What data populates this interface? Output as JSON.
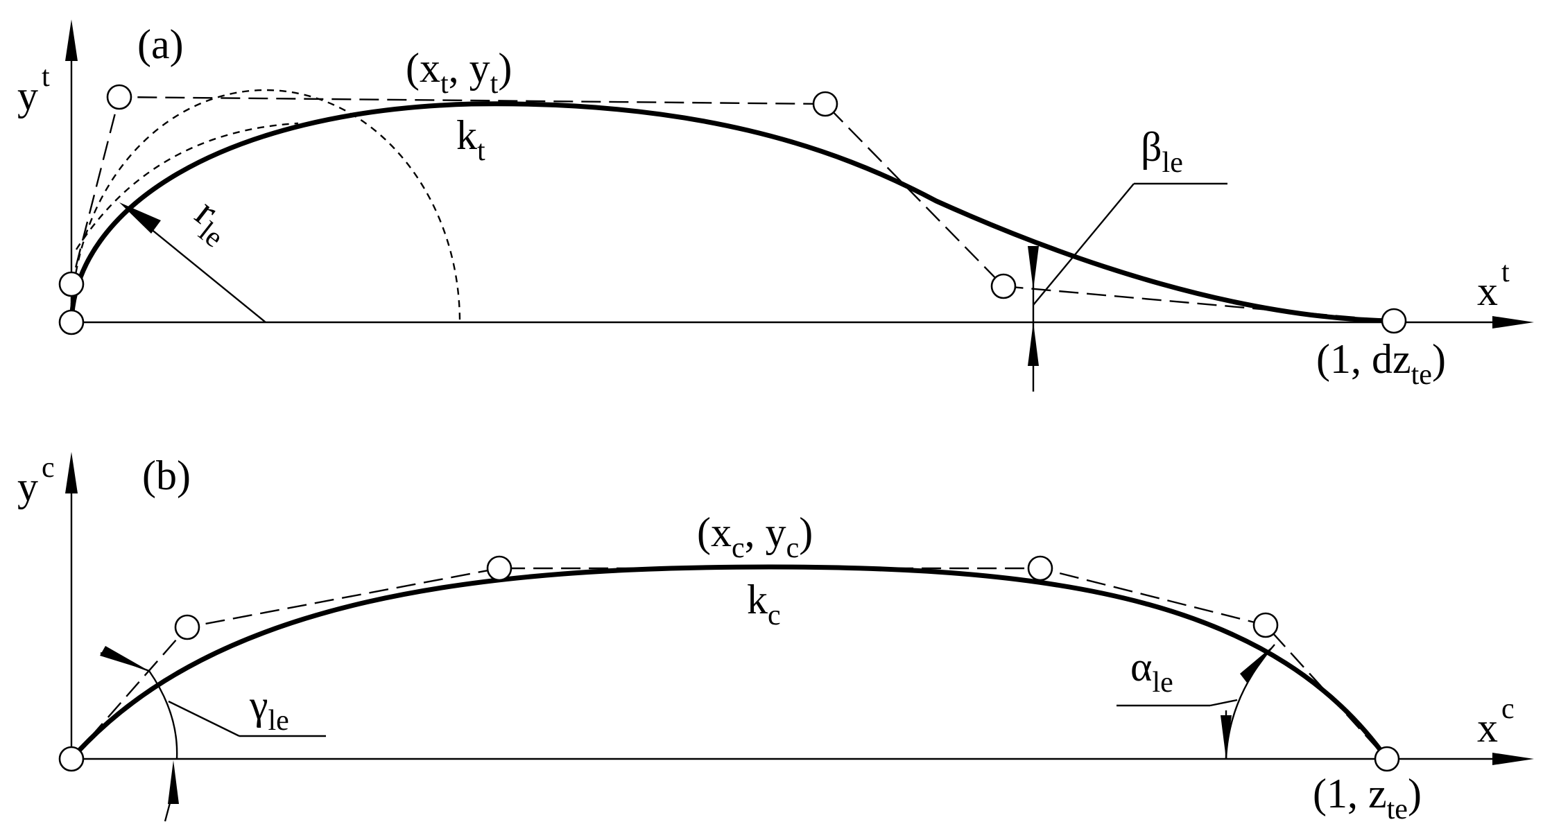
{
  "panel_a": {
    "tag": "(a)",
    "y_axis": {
      "base": "y",
      "sup": "t"
    },
    "x_axis": {
      "base": "x",
      "sup": "t"
    },
    "crest_point": {
      "open": "(x",
      "sub1": "t",
      "mid": ", y",
      "sub2": "t",
      "close": ")"
    },
    "crest_curvature": {
      "base": "k",
      "sub": "t"
    },
    "leading_edge_radius": {
      "base": "r",
      "sub": "le"
    },
    "trailing_edge_angle": {
      "base": "β",
      "sub": "le"
    },
    "trailing_edge_point": {
      "open": "(1, dz",
      "sub": "te",
      "close": ")"
    }
  },
  "panel_b": {
    "tag": "(b)",
    "y_axis": {
      "base": "y",
      "sup": "c"
    },
    "x_axis": {
      "base": "x",
      "sup": "c"
    },
    "crest_point": {
      "open": "(x",
      "sub1": "c",
      "mid": ", y",
      "sub2": "c",
      "close": ")"
    },
    "crest_curvature": {
      "base": "k",
      "sub": "c"
    },
    "leading_edge_angle": {
      "base": "γ",
      "sub": "le"
    },
    "trailing_edge_angle": {
      "base": "α",
      "sub": "le"
    },
    "trailing_edge_point": {
      "open": "(1, z",
      "sub": "te",
      "close": ")"
    }
  }
}
